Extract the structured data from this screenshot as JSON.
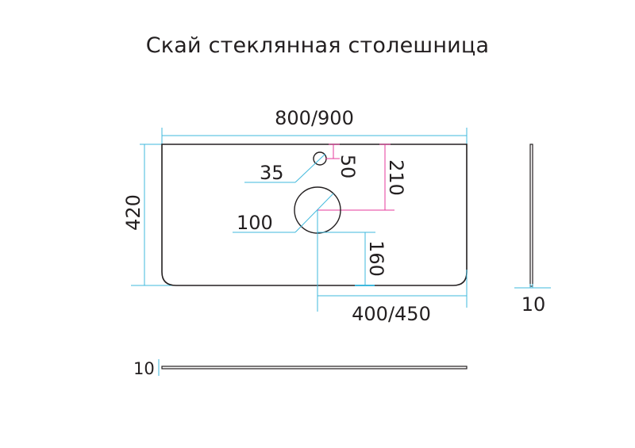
{
  "title": "Скай стеклянная столешница",
  "colors": {
    "outline": "#231f20",
    "dimension_line": "#3fb8dc",
    "hole_offset_line": "#e6399b",
    "text": "#231f20"
  },
  "dimensions": {
    "width": "800/900",
    "depth": "420",
    "small_hole_diameter": "35",
    "small_hole_offset": "50",
    "large_hole_offset_top": "210",
    "large_hole_diameter": "100",
    "large_hole_offset_bottom": "160",
    "large_hole_offset_right": "400/450",
    "side_thickness": "10",
    "front_thickness": "10"
  },
  "views": {
    "top_view": "countertop plan with two holes",
    "side_view": "thin vertical profile",
    "front_view": "thin horizontal profile"
  }
}
